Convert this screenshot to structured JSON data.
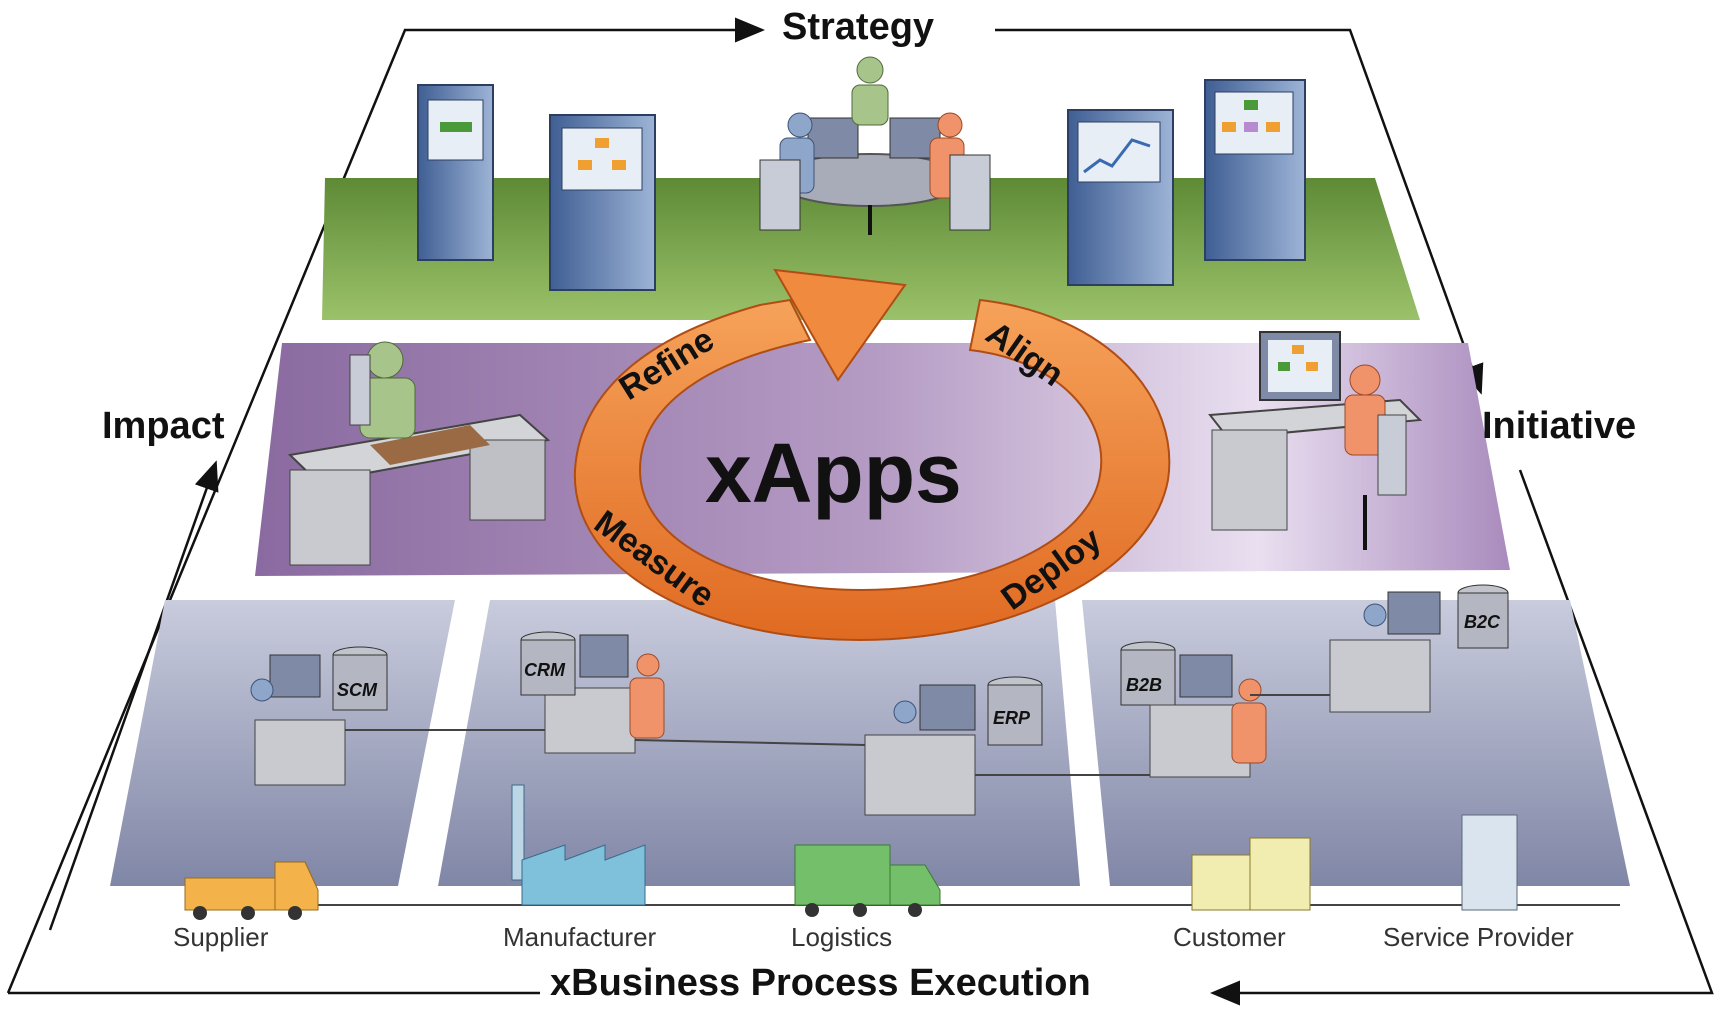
{
  "cycle": {
    "center": "xApps",
    "stages": [
      "Refine",
      "Align",
      "Deploy",
      "Measure"
    ]
  },
  "perimeter": {
    "top": "Strategy",
    "right": "Initiative",
    "bottom": "xBusiness Process Execution",
    "left": "Impact"
  },
  "systems": {
    "scm": "SCM",
    "crm": "CRM",
    "erp": "ERP",
    "b2b": "B2B",
    "b2c": "B2C"
  },
  "partners": [
    "Supplier",
    "Manufacturer",
    "Logistics",
    "Customer",
    "Service Provider"
  ],
  "colors": {
    "strategy_layer": "#7fa64d",
    "initiative_layer": "#9a7cab",
    "execution_layer": "#8b90ad",
    "cycle_arrow": "#f08a3e",
    "person_green": "#a7c48a",
    "person_orange": "#f0936a",
    "person_blue": "#8da6c9",
    "kiosk": "#5a78a8"
  }
}
